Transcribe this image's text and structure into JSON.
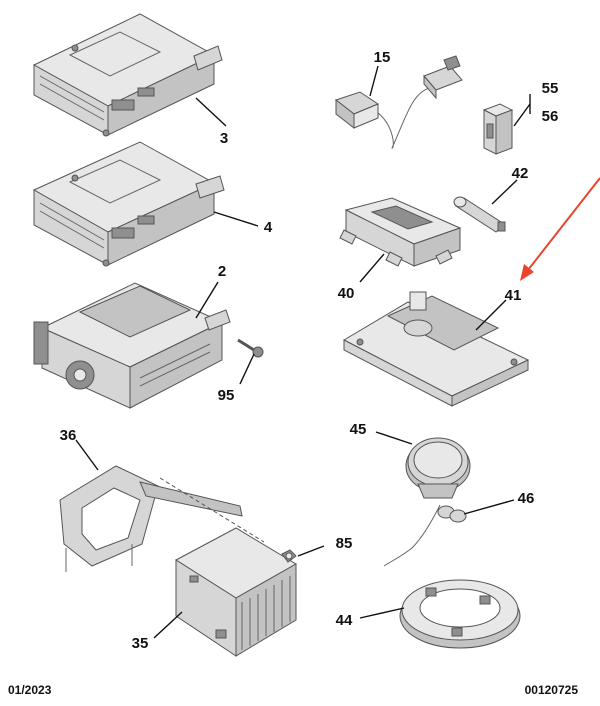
{
  "parts": {
    "p3": "3",
    "p4": "4",
    "p2": "2",
    "p95": "95",
    "p15": "15",
    "p55": "55",
    "p56": "56",
    "p42": "42",
    "p40": "40",
    "p41": "41",
    "p36": "36",
    "p85": "85",
    "p35": "35",
    "p45": "45",
    "p46": "46",
    "p44": "44"
  },
  "footer": {
    "date": "01/2023",
    "ref": "00120725"
  },
  "colors": {
    "arrow": "#e8452c",
    "line": "#111111",
    "part_fill": "#d6d6d6",
    "part_stroke": "#555555"
  }
}
